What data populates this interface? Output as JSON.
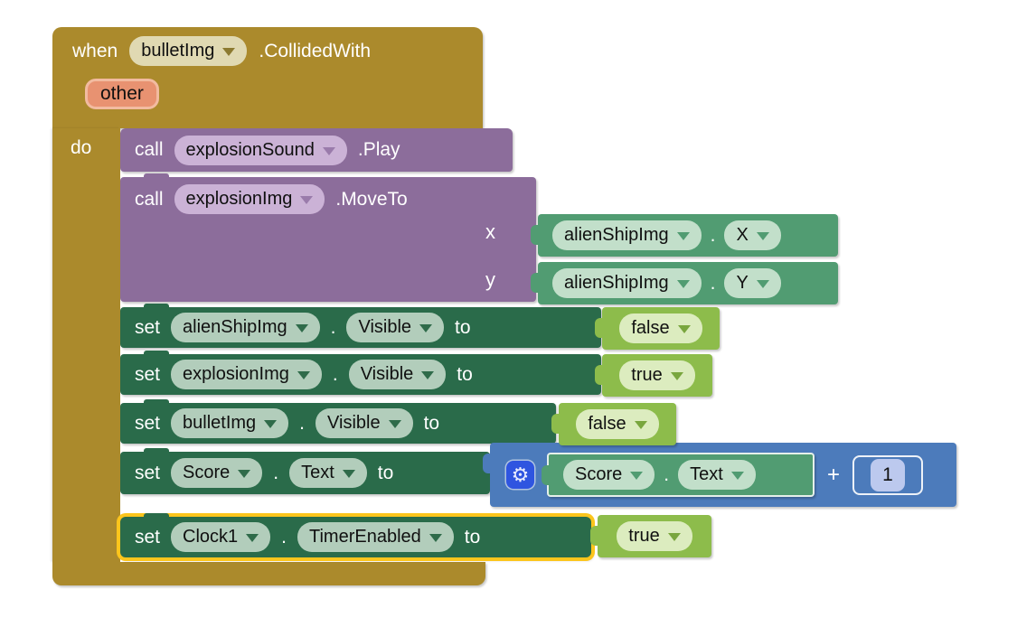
{
  "event": {
    "keyword": "when",
    "component": "bulletImg",
    "event_name": ".CollidedWith",
    "parameter": "other",
    "do_label": "do"
  },
  "call_play": {
    "keyword": "call",
    "component": "explosionSound",
    "method": ".Play"
  },
  "call_moveto": {
    "keyword": "call",
    "component": "explosionImg",
    "method": ".MoveTo",
    "arg_x": "x",
    "arg_y": "y"
  },
  "getter_x": {
    "component": "alienShipImg",
    "dot": ".",
    "property": "X"
  },
  "getter_y": {
    "component": "alienShipImg",
    "dot": ".",
    "property": "Y"
  },
  "set_alien": {
    "keyword": "set",
    "component": "alienShipImg",
    "dot": ".",
    "property": "Visible",
    "to_label": "to",
    "value": "false"
  },
  "set_explosion": {
    "keyword": "set",
    "component": "explosionImg",
    "dot": ".",
    "property": "Visible",
    "to_label": "to",
    "value": "true"
  },
  "set_bullet": {
    "keyword": "set",
    "component": "bulletImg",
    "dot": ".",
    "property": "Visible",
    "to_label": "to",
    "value": "false"
  },
  "set_score": {
    "keyword": "set",
    "component": "Score",
    "dot": ".",
    "property": "Text",
    "to_label": "to"
  },
  "math": {
    "gear_icon": "⚙",
    "left_component": "Score",
    "left_dot": ".",
    "left_property": "Text",
    "operator": "+",
    "right_value": "1"
  },
  "set_clock": {
    "keyword": "set",
    "component": "Clock1",
    "dot": ".",
    "property": "TimerEnabled",
    "to_label": "to",
    "value": "true",
    "selected": true
  },
  "colors": {
    "event_gold": "#ab8a2c",
    "method_purple": "#8c6d9b",
    "setter_dark_green": "#2a6b4a",
    "getter_green": "#519c72",
    "logic_lime": "#8dbc4b",
    "math_blue": "#4c7bbb",
    "gear_blue": "#2f55e0",
    "selection_yellow": "#fcc51c",
    "parameter_salmon": "#e89271"
  }
}
